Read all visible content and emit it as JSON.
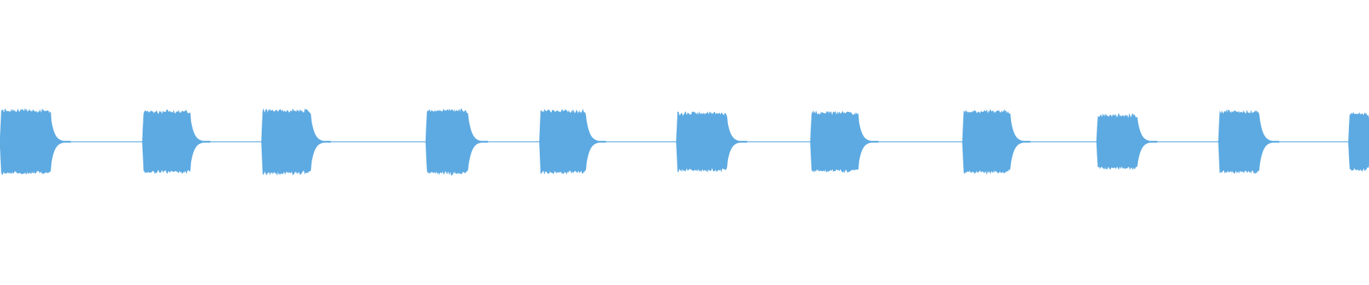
{
  "chart_data": {
    "type": "area",
    "x": [
      0,
      1,
      2,
      3,
      4,
      5,
      6,
      7,
      8,
      9,
      10
    ],
    "series": [
      {
        "values": [
          0.95,
          0.95,
          0.95,
          0.95,
          0.95,
          0.92,
          0.92,
          0.92,
          0.9,
          0.9,
          0.9
        ]
      }
    ],
    "bursts": [
      {
        "start": 0.0,
        "end": 0.037,
        "peak": 0.95
      },
      {
        "start": 0.104,
        "end": 0.139,
        "peak": 0.92
      },
      {
        "start": 0.191,
        "end": 0.227,
        "peak": 0.95
      },
      {
        "start": 0.311,
        "end": 0.342,
        "peak": 0.95
      },
      {
        "start": 0.394,
        "end": 0.428,
        "peak": 0.93
      },
      {
        "start": 0.494,
        "end": 0.531,
        "peak": 0.86
      },
      {
        "start": 0.592,
        "end": 0.627,
        "peak": 0.88
      },
      {
        "start": 0.703,
        "end": 0.738,
        "peak": 0.92
      },
      {
        "start": 0.801,
        "end": 0.831,
        "peak": 0.8
      },
      {
        "start": 0.89,
        "end": 0.92,
        "peak": 0.91
      },
      {
        "start": 0.985,
        "end": 1.0,
        "peak": 0.84
      }
    ],
    "waveform_color": "#5DAAE2",
    "background_color": "#FFFFFF",
    "ylim": [
      -1,
      1
    ]
  }
}
